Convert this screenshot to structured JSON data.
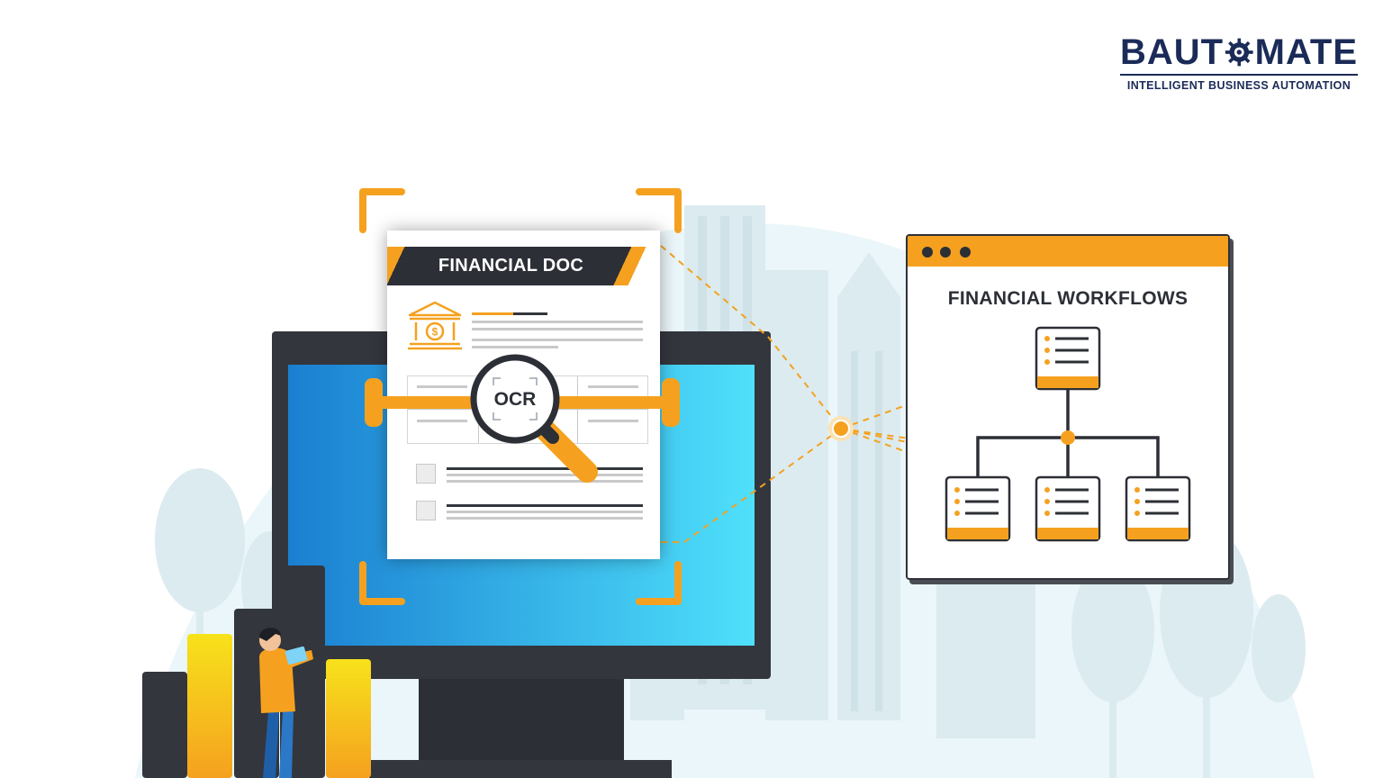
{
  "brand": {
    "name_left": "BAUT",
    "name_right": "MATE",
    "tagline": "INTELLIGENT BUSINESS AUTOMATION",
    "navy": "#1b2b58"
  },
  "document": {
    "title": "FINANCIAL DOC",
    "icon": "bank-dollar-icon"
  },
  "ocr": {
    "label": "OCR",
    "icon": "magnifier-icon"
  },
  "workflows": {
    "title": "FINANCIAL WORKFLOWS"
  },
  "colors": {
    "accent": "#f5a11f",
    "dark": "#2c2f36",
    "screen_start": "#1a7fd1",
    "screen_end": "#4fe0fb",
    "background_tint": "#eaf6f9"
  }
}
